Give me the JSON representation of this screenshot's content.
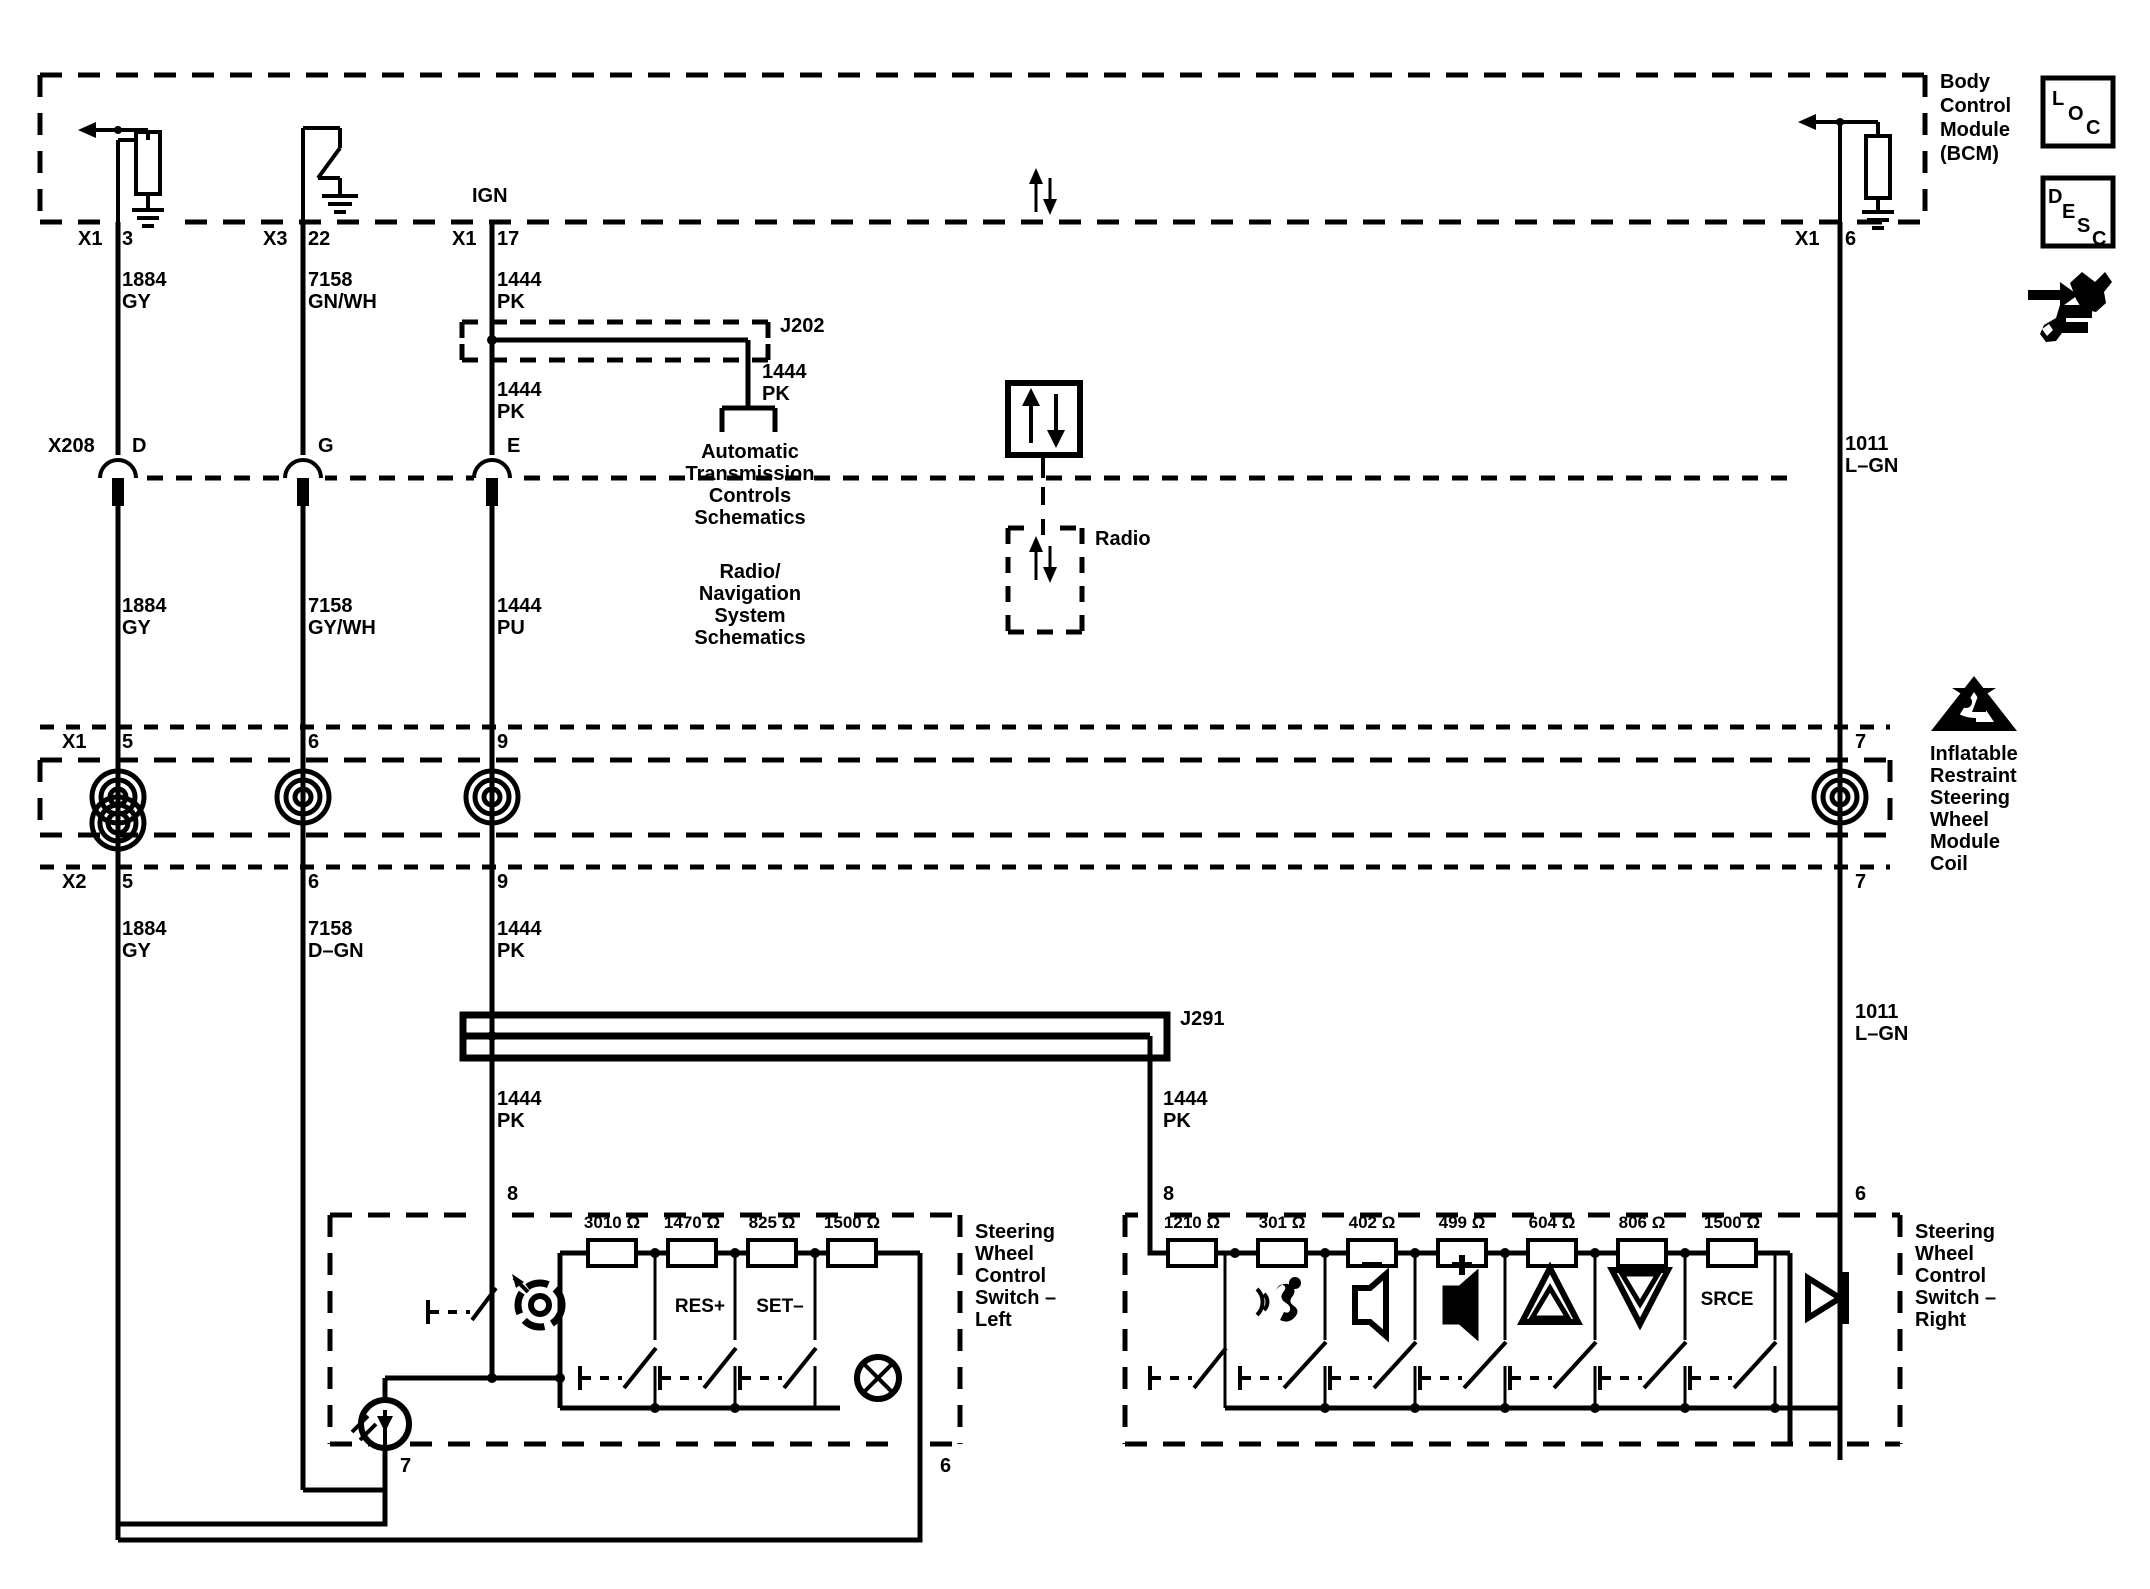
{
  "diagram": {
    "title": "Steering Wheel Controls Wiring Schematic",
    "modules": {
      "bcm": {
        "label": "Body Control Module\n(BCM)",
        "line1": "Body",
        "line2": "Control",
        "line3": "Module",
        "line4": "(BCM)"
      },
      "coil": {
        "line1": "Inflatable",
        "line2": "Restraint",
        "line3": "Steering",
        "line4": "Wheel",
        "line5": "Module",
        "line6": "Coil"
      },
      "swcs_left": {
        "line1": "Steering",
        "line2": "Wheel",
        "line3": "Control",
        "line4": "Switch –",
        "line5": "Left"
      },
      "swcs_right": {
        "line1": "Steering",
        "line2": "Wheel",
        "line3": "Control",
        "line4": "Switch –",
        "line5": "Right"
      }
    },
    "legend_boxes": {
      "loc": {
        "l": "L",
        "o": "O",
        "c": "C"
      },
      "desc": {
        "d": "D",
        "e": "E",
        "s": "S",
        "c": "C"
      }
    },
    "bcm_pins": [
      {
        "connector": "X1",
        "pin": "3",
        "wire_no": "1884",
        "wire_color": "GY"
      },
      {
        "connector": "X3",
        "pin": "22",
        "wire_no": "7158",
        "wire_color": "GN/WH"
      },
      {
        "connector": "X1",
        "pin": "17",
        "wire_no": "1444",
        "wire_color": "PK",
        "top_label": "IGN"
      },
      {
        "connector": "X1",
        "pin": "6",
        "wire_no": "1011",
        "wire_color": "L–GN"
      }
    ],
    "x208": {
      "name": "X208",
      "terminals": [
        {
          "id": "D",
          "wire_no": "1884",
          "wire_color": "GY"
        },
        {
          "id": "G",
          "wire_no": "7158",
          "wire_color": "GY/WH"
        },
        {
          "id": "E",
          "wire_no": "1444",
          "wire_color": "PU"
        }
      ]
    },
    "splices": {
      "j202": {
        "name": "J202",
        "branch_wire_no": "1444",
        "branch_wire_color": "PK"
      },
      "j291": {
        "name": "J291"
      }
    },
    "references": {
      "trans": {
        "line1": "Automatic",
        "line2": "Transmission",
        "line3": "Controls",
        "line4": "Schematics"
      },
      "radio_nav": {
        "line1": "Radio/",
        "line2": "Navigation",
        "line3": "System",
        "line4": "Schematics"
      },
      "radio_box": {
        "label": "Radio"
      }
    },
    "coil_pins": {
      "x1": {
        "connector": "X1",
        "pins": [
          "5",
          "6",
          "9",
          "7"
        ]
      },
      "x2": {
        "connector": "X2",
        "pins": [
          "5",
          "6",
          "9",
          "7"
        ]
      }
    },
    "wire_labels_mid": [
      {
        "wire_no": "1884",
        "wire_color": "GY"
      },
      {
        "wire_no": "7158",
        "wire_color": "D–GN"
      },
      {
        "wire_no": "1444",
        "wire_color": "PK"
      },
      {
        "wire_no": "1011",
        "wire_color": "L–GN"
      }
    ],
    "wire_label_left_branch": {
      "wire_no": "1444",
      "wire_color": "PK"
    },
    "wire_label_right_branch": {
      "wire_no": "1444",
      "wire_color": "PK"
    },
    "left_switch": {
      "connector_pins": {
        "input": "8",
        "ground": "7",
        "return": "6"
      },
      "resistors": [
        "3010 Ω",
        "1470 Ω",
        "825 Ω",
        "1500 Ω"
      ],
      "switch_labels": [
        "",
        "RES+",
        "SET–",
        ""
      ],
      "icons": [
        "cruise-speed-icon",
        "",
        "",
        "lamp-icon"
      ],
      "top_icon": "cruise-control-icon",
      "backlight_icon": "illumination-lamp-icon"
    },
    "right_switch": {
      "connector_pins": {
        "input": "8",
        "return": "6"
      },
      "resistors": [
        "1210 Ω",
        "301 Ω",
        "402 Ω",
        "499 Ω",
        "604 Ω",
        "806 Ω",
        "1500 Ω"
      ],
      "switch_labels": [
        "",
        "",
        "",
        "",
        "",
        "",
        "SRCE",
        ""
      ],
      "icons": [
        "voice-recognition-icon",
        "volume-down-icon",
        "volume-up-icon",
        "seek-up-icon",
        "seek-down-icon",
        "",
        "source-icon"
      ]
    },
    "colors": {
      "ink": "#000000",
      "paper": "#ffffff"
    }
  }
}
